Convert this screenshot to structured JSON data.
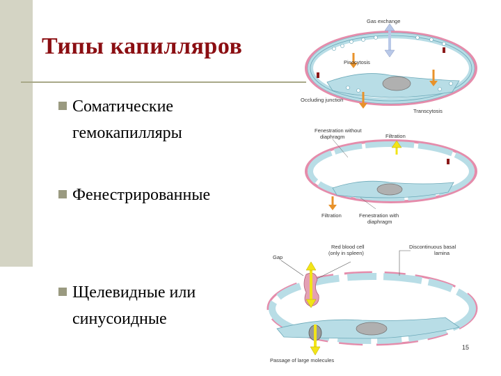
{
  "slide": {
    "title": "Типы капилляров",
    "page_number": "15"
  },
  "bullets": [
    {
      "text": "Соматические гемокапилляры"
    },
    {
      "text": "Фенестрированные"
    },
    {
      "text": "Щелевидные или синусоидные"
    }
  ],
  "figure": {
    "top": {
      "gas_exchange": "Gas exchange",
      "pinocytosis": "Pinocytosis",
      "occluding_junction": "Occluding junction",
      "transcytosis": "Transcytosis"
    },
    "middle": {
      "fenestration_without": "Fenestration without",
      "diaphragm": "diaphragm",
      "filtration_top": "Filtration",
      "filtration_bottom": "Filtration",
      "fenestration_with": "Fenestration with",
      "diaphragm_2": "diaphragm"
    },
    "bottom": {
      "gap": "Gap",
      "red_blood_cell": "Red blood cell",
      "only_in_spleen": "(only in spleen)",
      "discontinuous_basal": "Discontinuous basal",
      "lamina": "lamina",
      "passage": "Passage of large molecules"
    }
  },
  "colors": {
    "title": "#8b0e12",
    "endothelium": "#b8dde6",
    "basal_lamina": "#e58cab",
    "arrow_yellow": "#f2e418",
    "arrow_orange": "#e8922a",
    "gas_arrow": "#b8c8e8"
  }
}
